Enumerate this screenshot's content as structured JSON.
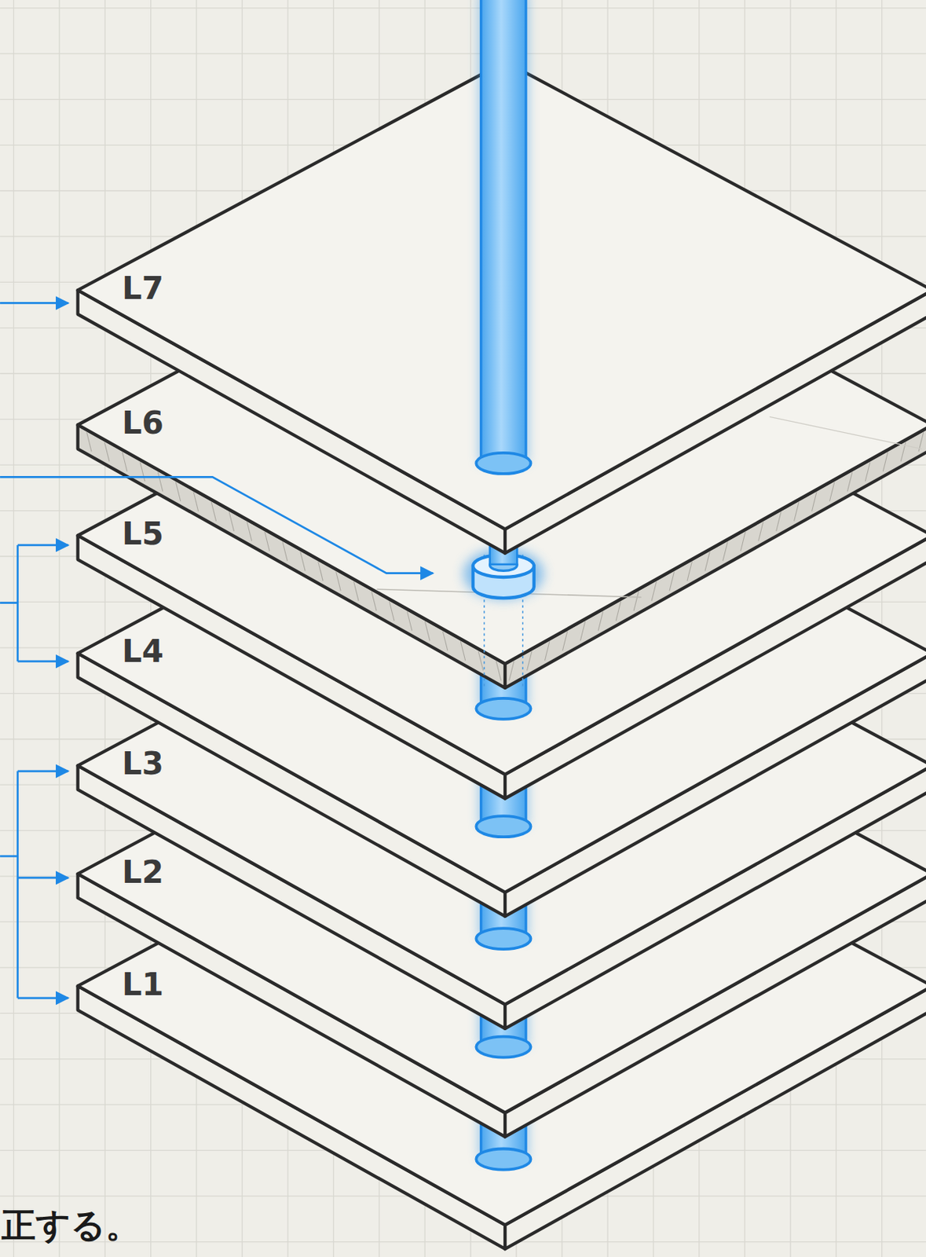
{
  "diagram": {
    "nodes": [
      {
        "text": [
          "L7"
        ]
      },
      {
        "text": [
          "L6"
        ]
      },
      {
        "text": [
          "L5"
        ]
      },
      {
        "text": [
          "L4"
        ]
      },
      {
        "text": [
          "L3"
        ]
      },
      {
        "text": [
          "L2"
        ]
      },
      {
        "text": [
          "L1"
        ]
      }
    ],
    "labels": [
      "正する。"
    ]
  }
}
